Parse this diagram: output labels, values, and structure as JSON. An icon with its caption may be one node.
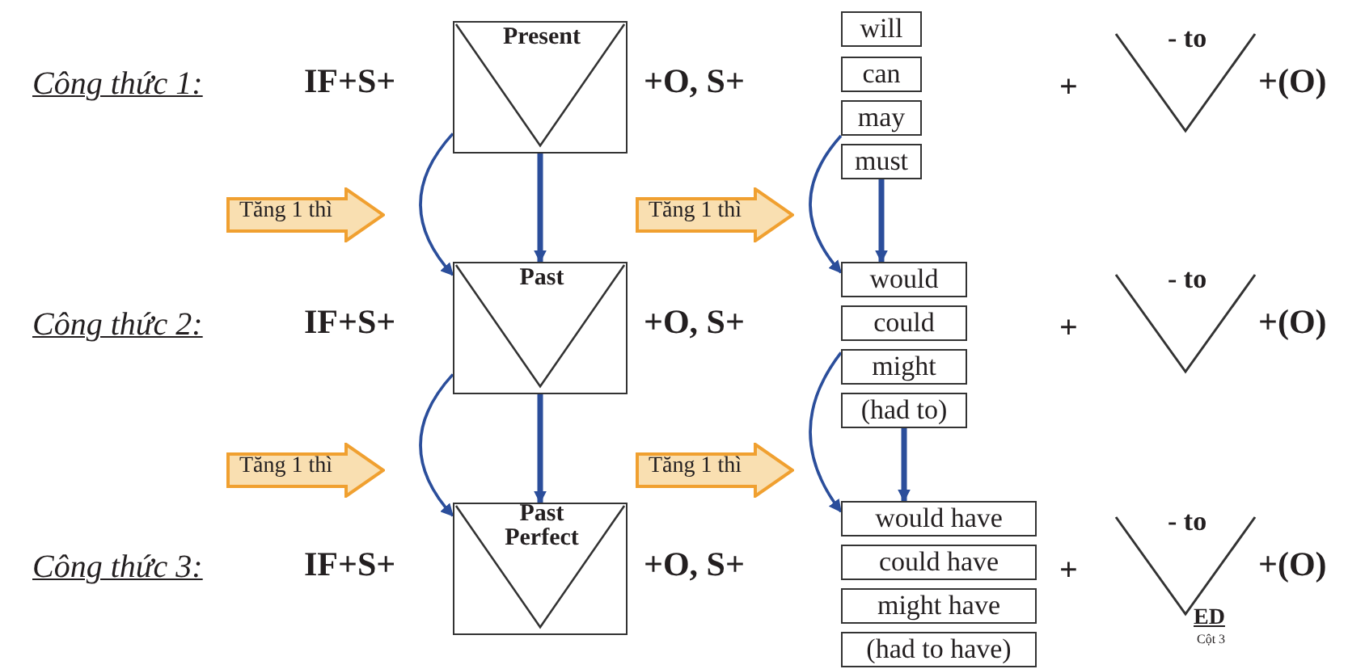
{
  "diagram": {
    "nodes": [
      {
        "text": [
          "Present"
        ]
      },
      {
        "text": [
          "will"
        ]
      },
      {
        "text": [
          "can"
        ]
      },
      {
        "text": [
          "may"
        ]
      },
      {
        "text": [
          "must"
        ]
      },
      {
        "text": [
          "Tăng 1 thì"
        ]
      },
      {
        "text": [
          "Tăng 1 thì"
        ]
      },
      {
        "text": [
          "Past"
        ]
      },
      {
        "text": [
          "would"
        ]
      },
      {
        "text": [
          "could"
        ]
      },
      {
        "text": [
          "might"
        ]
      },
      {
        "text": [
          "(had to)"
        ]
      },
      {
        "text": [
          "Tăng 1 thì"
        ]
      },
      {
        "text": [
          "Tăng 1 thì"
        ]
      },
      {
        "text": [
          "Past Perfect"
        ]
      },
      {
        "text": [
          "would have"
        ]
      },
      {
        "text": [
          "could have"
        ]
      },
      {
        "text": [
          "might have"
        ]
      },
      {
        "text": [
          "(had to have)"
        ]
      }
    ],
    "edges": [
      {
        "from": 0,
        "to": 7,
        "arrow": "to"
      },
      {
        "from": 3,
        "to": 8,
        "arrow": "to"
      },
      {
        "from": 7,
        "to": 14,
        "arrow": "to"
      },
      {
        "from": 10,
        "to": 15,
        "arrow": "to"
      },
      {
        "from": 0,
        "to": 7,
        "arrow": "to",
        "style": "thick"
      },
      {
        "from": 4,
        "to": 8,
        "arrow": "to",
        "style": "thick"
      },
      {
        "from": 7,
        "to": 14,
        "arrow": "to",
        "style": "thick"
      },
      {
        "from": 11,
        "to": 15,
        "arrow": "to",
        "style": "thick"
      }
    ],
    "labels": [
      "Công thức 1:",
      "IF+S+",
      "+O, S+",
      "+",
      "- to",
      "+(O)",
      "Công thức 2:",
      "IF+S+",
      "+O, S+",
      "+",
      "- to",
      "+(O)",
      "Công thức 3:",
      "IF+S+",
      "+O, S+",
      "+",
      "- to",
      "+(O)",
      "ED",
      "Cột 3"
    ]
  }
}
